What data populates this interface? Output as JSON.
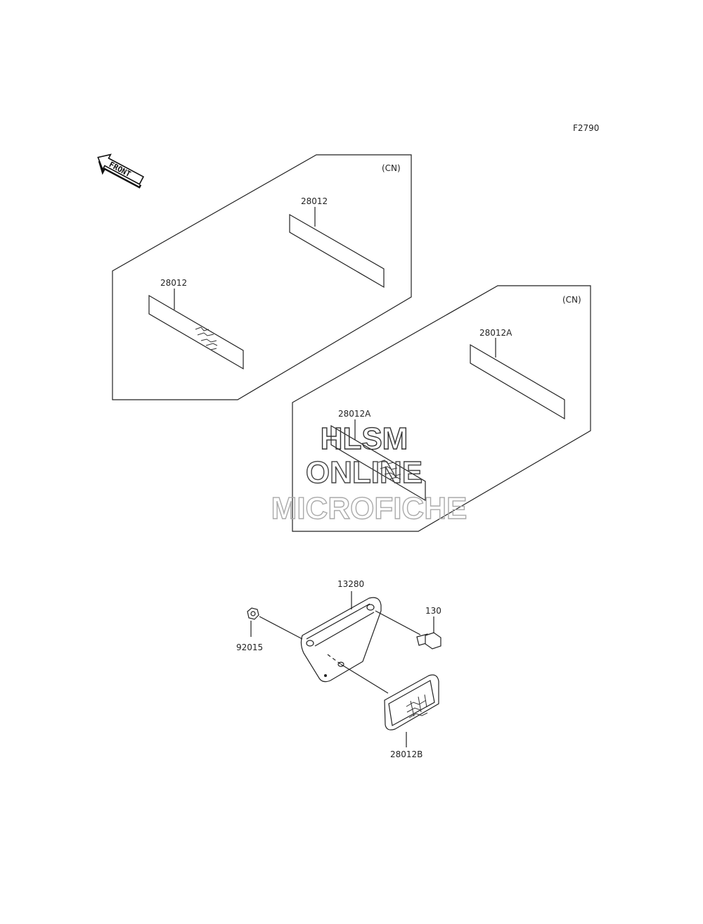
{
  "figure_code": "F2790",
  "front_arrow": {
    "label": "FRONT",
    "icon": "front-arrow-icon"
  },
  "panels": [
    {
      "variant": "(CN)",
      "labels": [
        {
          "part_number": "28012"
        },
        {
          "part_number": "28012"
        }
      ]
    },
    {
      "variant": "(CN)",
      "labels": [
        {
          "part_number": "28012A"
        },
        {
          "part_number": "28012A"
        }
      ]
    }
  ],
  "assembly": {
    "bracket": "13280",
    "bolt": "130",
    "nut": "92015",
    "reflector": "28012B"
  },
  "watermark": {
    "line1": "HLSM",
    "line2": "ONLINE",
    "line3": "MICROFICHE"
  }
}
